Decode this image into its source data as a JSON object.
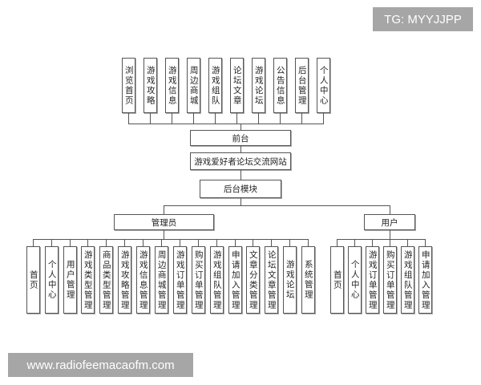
{
  "watermarks": {
    "top_right": "TG: MYYJJPP",
    "bottom_left": "www.radiofeemacaofm.com"
  },
  "diagram": {
    "title": "游戏爱好者论坛交流网站",
    "frontend": {
      "label": "前台",
      "children": [
        "浏览首页",
        "游戏攻略",
        "游戏信息",
        "周边商城",
        "游戏组队",
        "论坛文章",
        "游戏论坛",
        "公告信息",
        "后台管理",
        "个人中心"
      ]
    },
    "backend": {
      "label": "后台模块",
      "admin": {
        "label": "管理员",
        "children": [
          "首页",
          "个人中心",
          "用户管理",
          "游戏类型管理",
          "商品类型管理",
          "游戏攻略管理",
          "游戏信息管理",
          "周边商城管理",
          "游戏订单管理",
          "购买订单管理",
          "游戏组队管理",
          "申请加入管理",
          "文章分类管理",
          "论坛文章管理",
          "游戏论坛",
          "系统管理"
        ]
      },
      "user": {
        "label": "用户",
        "children": [
          "首页",
          "个人中心",
          "游戏订单管理",
          "购买订单管理",
          "游戏组队管理",
          "申请加入管理"
        ]
      }
    }
  }
}
